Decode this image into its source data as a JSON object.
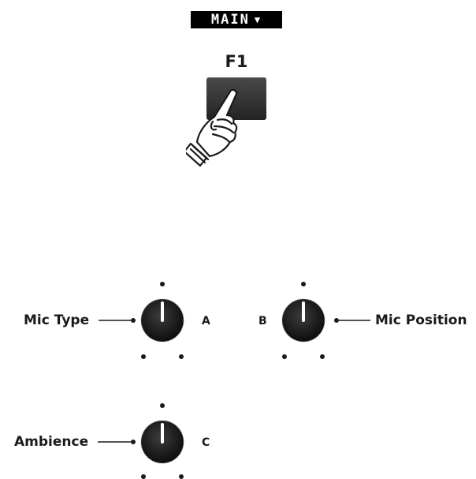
{
  "header": {
    "main_label": "MAIN",
    "caret": "▼"
  },
  "function_button": {
    "label": "F1"
  },
  "icons": {
    "hand": "pointing-hand-icon",
    "knob": "rotary-knob-icon"
  },
  "knobs": [
    {
      "name": "Mic Type",
      "letter": "A"
    },
    {
      "name": "Mic Position",
      "letter": "B"
    },
    {
      "name": "Ambience",
      "letter": "C"
    }
  ]
}
